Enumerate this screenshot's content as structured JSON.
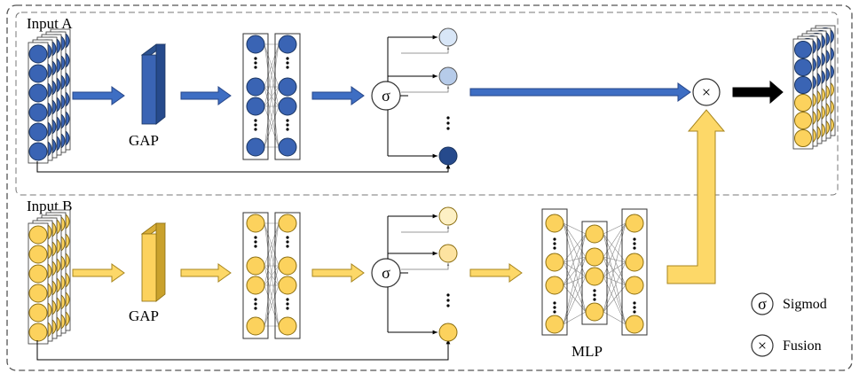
{
  "labels": {
    "input_a": "Input A",
    "input_b": "Input B",
    "gap_a": "GAP",
    "gap_b": "GAP",
    "mlp": "MLP",
    "sigma_symbol": "σ",
    "times_symbol": "×"
  },
  "legend": {
    "sigmoid": "Sigmod",
    "fusion": "Fusion"
  },
  "colors": {
    "blue_fill": "#3a64b4",
    "blue_dark": "#264a8c",
    "blue_arrow": "#3e6ec3",
    "yellow_fill": "#fcd25d",
    "yellow_dark": "#c9a12c",
    "yellow_arrow": "#fdd868",
    "light_blue": "#d8e6f7",
    "light_blue2": "#b6cbe9",
    "light_yellow": "#fdf0c4",
    "light_yellow2": "#fde3a0",
    "black_arrow": "#000000"
  }
}
